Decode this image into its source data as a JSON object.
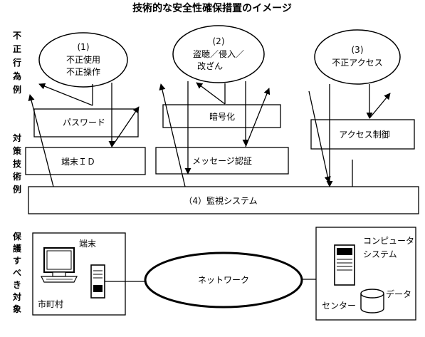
{
  "title": "技術的な安全性確保措置のイメージ",
  "side_labels": {
    "threats": "不正行為例",
    "measures": "対策技術例",
    "protected": "保護すべき対象"
  },
  "threats": [
    {
      "num": "(1)",
      "lines": [
        "不正使用",
        "不正操作"
      ]
    },
    {
      "num": "(2)",
      "lines": [
        "盗聴／侵入／",
        "改ざん"
      ]
    },
    {
      "num": "(3)",
      "lines": [
        "不正アクセス"
      ]
    }
  ],
  "measures": {
    "password": "パスワード",
    "encryption": "暗号化",
    "access_control": "アクセス制御",
    "terminal_id": "端末ＩＤ",
    "message_auth": "メッセージ認証",
    "monitoring": "（4）監視システム"
  },
  "protected": {
    "terminal": "端末",
    "municipality": "市町村",
    "network": "ネットワーク",
    "computer_system": [
      "コンピュータ",
      "システム"
    ],
    "center": "センター",
    "data": "データ"
  }
}
